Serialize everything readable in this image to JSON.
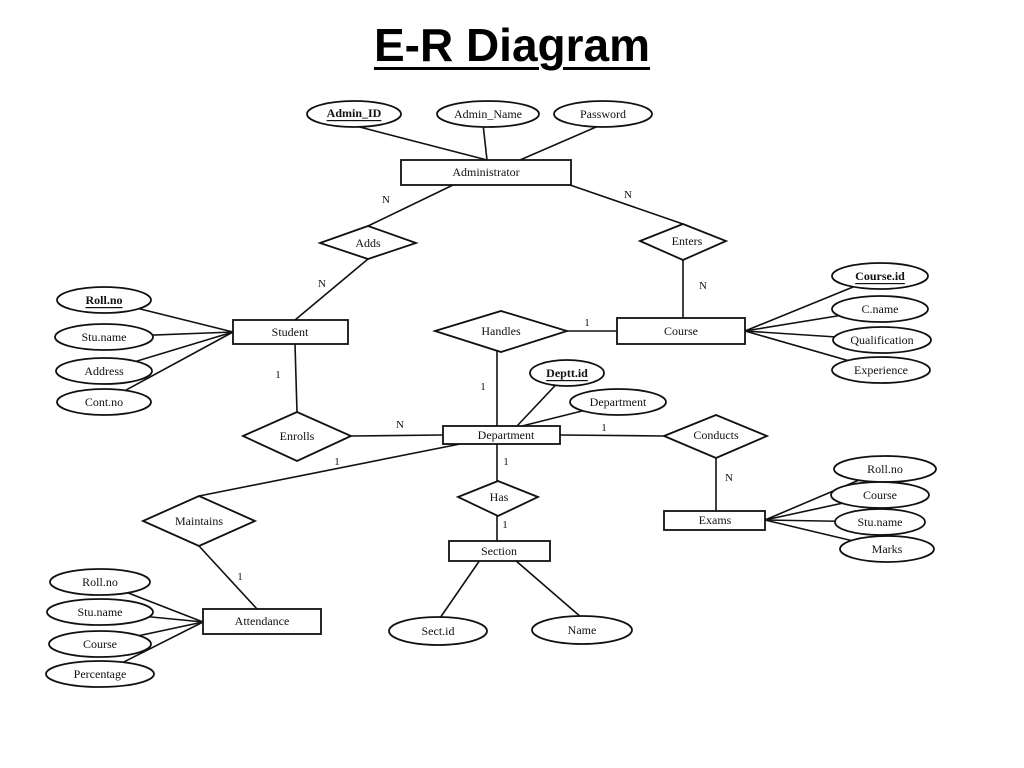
{
  "title": "E-R Diagram",
  "entities": {
    "administrator": "Administrator",
    "student": "Student",
    "course": "Course",
    "department": "Department",
    "section": "Section",
    "exams": "Exams",
    "attendance": "Attendance"
  },
  "relationships": {
    "adds": "Adds",
    "enters": "Enters",
    "handles": "Handles",
    "enrolls": "Enrolls",
    "conducts": "Conducts",
    "has": "Has",
    "maintains": "Maintains"
  },
  "attributes": {
    "admin_id": "Admin_ID",
    "admin_name": "Admin_Name",
    "password": "Password",
    "student_roll": "Roll.no",
    "student_name": "Stu.name",
    "student_address": "Address",
    "student_cont": "Cont.no",
    "course_id": "Course.id",
    "course_cname": "C.name",
    "course_qualification": "Qualification",
    "course_experience": "Experience",
    "dept_id": "Deptt.id",
    "dept_department": "Department",
    "exam_roll": "Roll.no",
    "exam_course": "Course",
    "exam_stuname": "Stu.name",
    "exam_marks": "Marks",
    "section_id": "Sect.id",
    "section_name": "Name",
    "att_roll": "Roll.no",
    "att_stuname": "Stu.name",
    "att_course": "Course",
    "att_percentage": "Percentage"
  },
  "cardinalities": {
    "admin_adds": "N",
    "adds_student": "N",
    "admin_enters": "N",
    "enters_course": "N",
    "handles_course": "1",
    "handles_department": "1",
    "student_enrolls": "1",
    "enrolls_department": "N",
    "department_conducts": "1",
    "conducts_exams": "N",
    "department_has": "1",
    "has_section": "1",
    "department_maintains": "1",
    "maintains_attendance": "1"
  }
}
